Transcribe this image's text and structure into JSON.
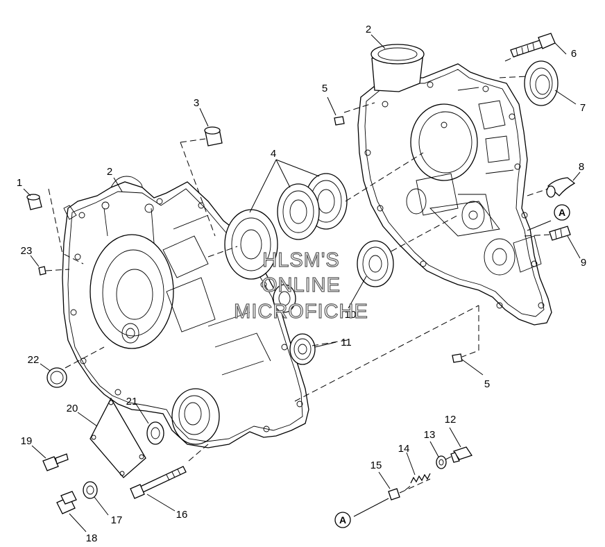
{
  "callouts": [
    {
      "id": "c1",
      "label": "1"
    },
    {
      "id": "c2a",
      "label": "2"
    },
    {
      "id": "c2b",
      "label": "2"
    },
    {
      "id": "c3",
      "label": "3"
    },
    {
      "id": "c4",
      "label": "4"
    },
    {
      "id": "c5a",
      "label": "5"
    },
    {
      "id": "c5b",
      "label": "5"
    },
    {
      "id": "c6",
      "label": "6"
    },
    {
      "id": "c7",
      "label": "7"
    },
    {
      "id": "c8",
      "label": "8"
    },
    {
      "id": "c9",
      "label": "9"
    },
    {
      "id": "c10",
      "label": "10"
    },
    {
      "id": "c11",
      "label": "11"
    },
    {
      "id": "c12",
      "label": "12"
    },
    {
      "id": "c13",
      "label": "13"
    },
    {
      "id": "c14",
      "label": "14"
    },
    {
      "id": "c15",
      "label": "15"
    },
    {
      "id": "c16",
      "label": "16"
    },
    {
      "id": "c17",
      "label": "17"
    },
    {
      "id": "c18",
      "label": "18"
    },
    {
      "id": "c19",
      "label": "19"
    },
    {
      "id": "c20",
      "label": "20"
    },
    {
      "id": "c21",
      "label": "21"
    },
    {
      "id": "c22",
      "label": "22"
    },
    {
      "id": "c23",
      "label": "23"
    }
  ],
  "reference_marker": "A",
  "watermark": {
    "line1": "HLSM'S",
    "line2": "ONLINE",
    "line3": "MICROFICHE"
  }
}
